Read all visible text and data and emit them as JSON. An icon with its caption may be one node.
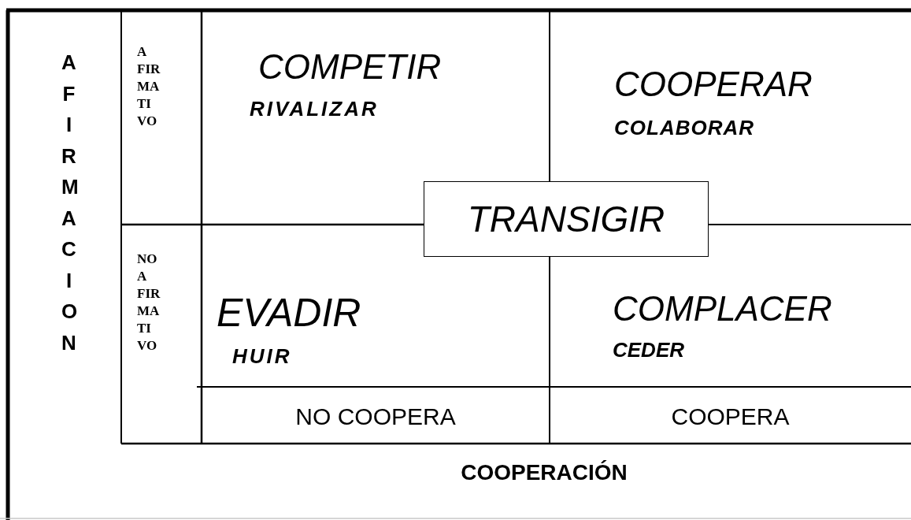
{
  "diagram": {
    "nodes": [
      {
        "text": [
          "COMPETIR",
          "RIVALIZAR"
        ]
      },
      {
        "text": [
          "COOPERAR",
          "COLABORAR"
        ]
      },
      {
        "text": [
          "EVADIR",
          "HUIR"
        ]
      },
      {
        "text": [
          "COMPLACER",
          "CEDER"
        ]
      },
      {
        "text": [
          "TRANSIGIR"
        ]
      }
    ],
    "labels": [
      "AFIRMACION",
      "A FIR MA TI VO",
      "NO A FIR MA TI VO",
      "NO COOPERA",
      "COOPERA",
      "COOPERACIÓN"
    ]
  }
}
